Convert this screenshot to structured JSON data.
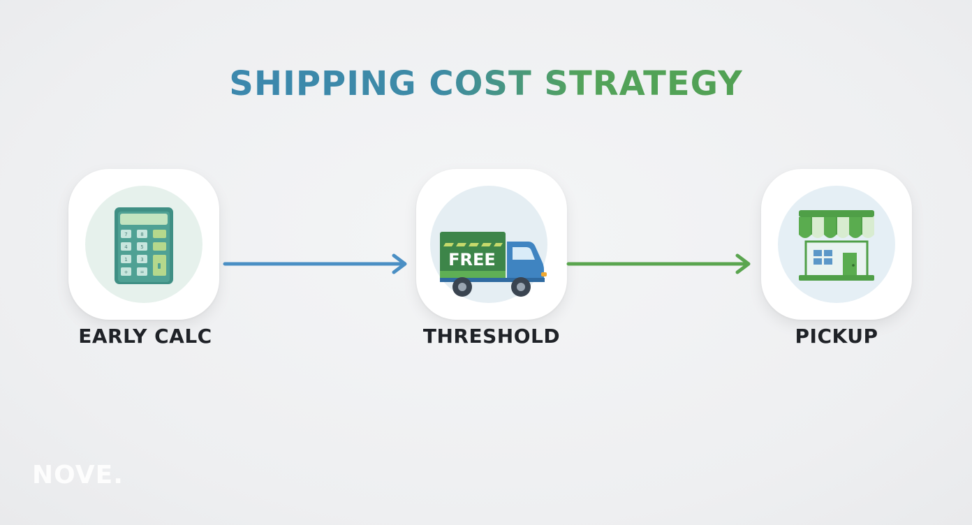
{
  "diagram": {
    "title": "SHIPPING COST STRATEGY",
    "steps": [
      {
        "label": "EARLY CALC",
        "icon": "calculator-icon"
      },
      {
        "label": "THRESHOLD",
        "icon": "free-shipping-truck-icon",
        "badge_text": "FREE"
      },
      {
        "label": "PICKUP",
        "icon": "storefront-icon"
      }
    ],
    "connectors": [
      {
        "from": "EARLY CALC",
        "to": "THRESHOLD",
        "color": "#4a8fc4"
      },
      {
        "from": "THRESHOLD",
        "to": "PICKUP",
        "color": "#5aa54f"
      }
    ],
    "watermark": "NOVE."
  },
  "colors": {
    "title_blue": "#3b86b5",
    "title_green": "#53a35a",
    "label_text": "#1f2227"
  }
}
